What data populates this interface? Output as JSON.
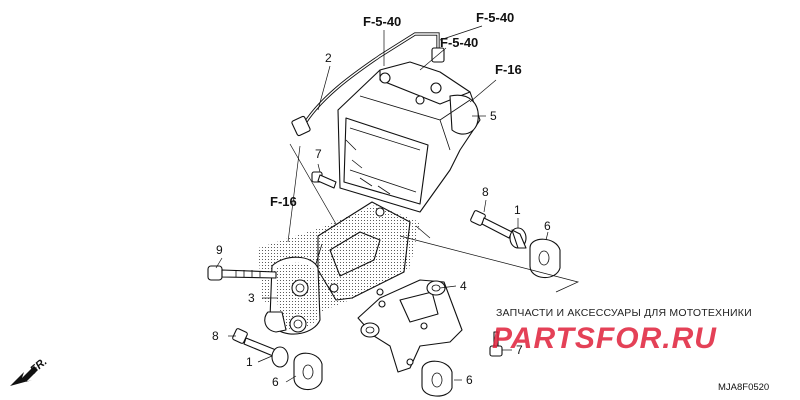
{
  "diagram": {
    "refs": {
      "f540_a": "F-5-40",
      "f540_b": "F-5-40",
      "f540_c": "F-5-40",
      "f16_top": "F-16",
      "f16_left": "F-16"
    },
    "callouts": {
      "n2": "2",
      "n5": "5",
      "n7_top": "7",
      "n8_right": "8",
      "n1_right": "1",
      "n6_right": "6",
      "n9": "9",
      "n3": "3",
      "n4": "4",
      "n8_left": "8",
      "n1_left": "1",
      "n6_left": "6",
      "n6_bottom": "6",
      "n7_bottom": "7"
    },
    "direction_arrow": "FR.",
    "diagram_code": "MJA8F0520"
  },
  "watermark": {
    "text": "ЗАПЧАСТИ И АКСЕССУАРЫ ДЛЯ МОТОТЕХНИКИ",
    "logo": "PARTSFOR.RU",
    "logo_color": "#e0203a"
  }
}
